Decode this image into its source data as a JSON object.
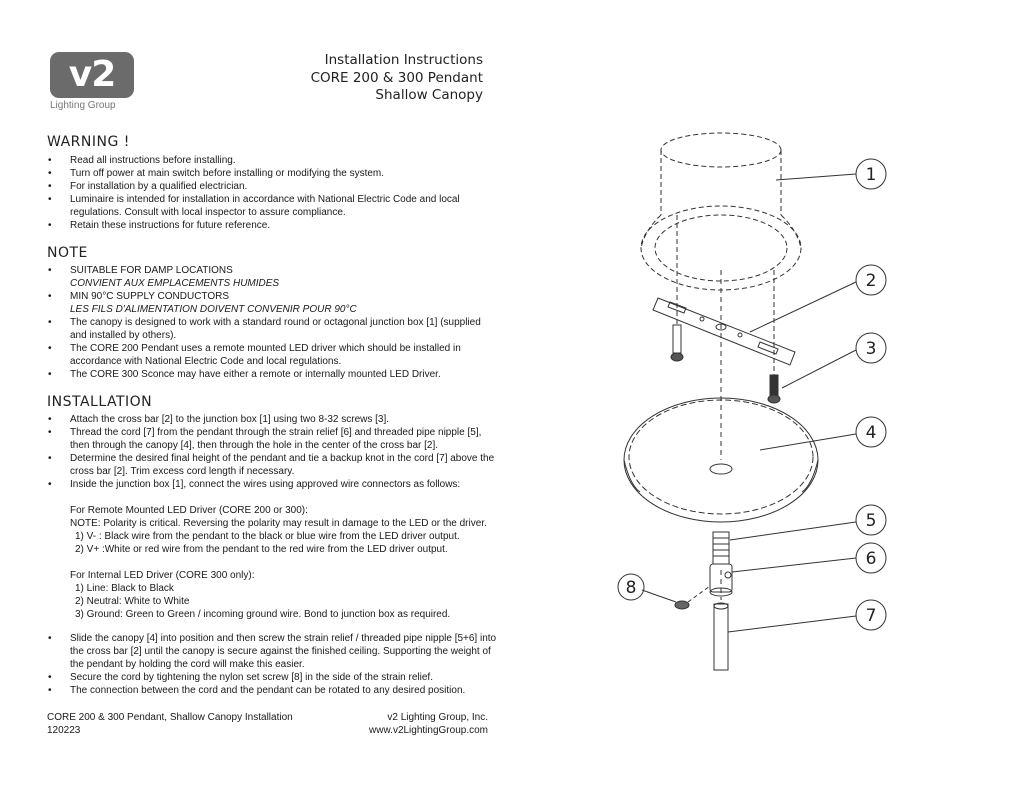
{
  "logo": {
    "mark": "v2",
    "sub": "Lighting Group"
  },
  "title": [
    "Installation Instructions",
    "CORE 200 & 300 Pendant",
    "Shallow Canopy"
  ],
  "warning": {
    "heading": "WARNING !",
    "items": [
      "Read all instructions before installing.",
      "Turn off power at main switch before installing or modifying the system.",
      "For installation by a qualified electrician.",
      "Luminaire is intended for installation in accordance with National Electric Code and local regulations. Consult with local inspector to assure compliance.",
      "Retain these instructions for future reference."
    ]
  },
  "note": {
    "heading": "NOTE",
    "items": [
      {
        "text": "SUITABLE FOR DAMP LOCATIONS",
        "fr": "CONVIENT AUX EMPLACEMENTS HUMIDES"
      },
      {
        "text": "MIN 90°C SUPPLY CONDUCTORS",
        "fr": "LES FILS D'ALIMENTATION DOIVENT CONVENIR POUR 90°C"
      },
      {
        "text": "The canopy is designed to work with a standard round or octagonal junction box [1] (supplied and installed by others).",
        "fr": ""
      },
      {
        "text": "The CORE 200 Pendant uses a remote mounted LED driver which should be installed in accordance with National Electric Code and local regulations.",
        "fr": ""
      },
      {
        "text": "The CORE 300 Sconce may have either a remote or internally mounted LED Driver.",
        "fr": ""
      }
    ]
  },
  "installation": {
    "heading": "INSTALLATION",
    "items": [
      "Attach the cross bar [2] to the junction box [1] using two 8-32 screws [3].",
      "Thread the cord [7] from the pendant through the strain relief [6]  and threaded pipe nipple [5], then through the canopy [4], then through the hole in the center of the cross bar [2].",
      "Determine the desired final height of the pendant and tie a backup knot in the cord [7] above the cross bar [2]. Trim excess cord length if necessary.",
      "Inside the junction box [1], connect the wires using approved wire connectors as follows:"
    ],
    "remote": {
      "title": "For Remote Mounted LED Driver (CORE 200 or 300):",
      "note": "NOTE: Polarity is critical. Reversing the polarity may result in damage to the LED or the driver.",
      "lines": [
        "1) V- : Black wire from the pendant to the black or blue wire from the LED driver output.",
        "2) V+ :White or red wire from the pendant to the red wire from the LED driver output."
      ]
    },
    "internal": {
      "title": "For Internal LED Driver (CORE 300 only):",
      "lines": [
        "1) Line: Black to Black",
        "2) Neutral: White to White",
        "3) Ground: Green to Green / incoming ground wire. Bond to junction box as required."
      ]
    },
    "items2": [
      "Slide the canopy [4] into position and then screw the strain relief / threaded pipe nipple [5+6] into the cross bar [2] until the canopy is secure against the finished ceiling. Supporting the weight of the pendant by holding the cord will make this easier.",
      "Secure the cord by tightening the nylon set screw [8] in the side of the strain relief.",
      "The connection between the cord and the pendant can be rotated to any desired position."
    ]
  },
  "footer": {
    "left": [
      "CORE 200 & 300 Pendant, Shallow Canopy Installation",
      "120223"
    ],
    "right": [
      "v2 Lighting Group, Inc.",
      "www.v2LightingGroup.com"
    ]
  },
  "diagram": {
    "callouts": [
      "1",
      "2",
      "3",
      "4",
      "5",
      "6",
      "7",
      "8"
    ]
  }
}
